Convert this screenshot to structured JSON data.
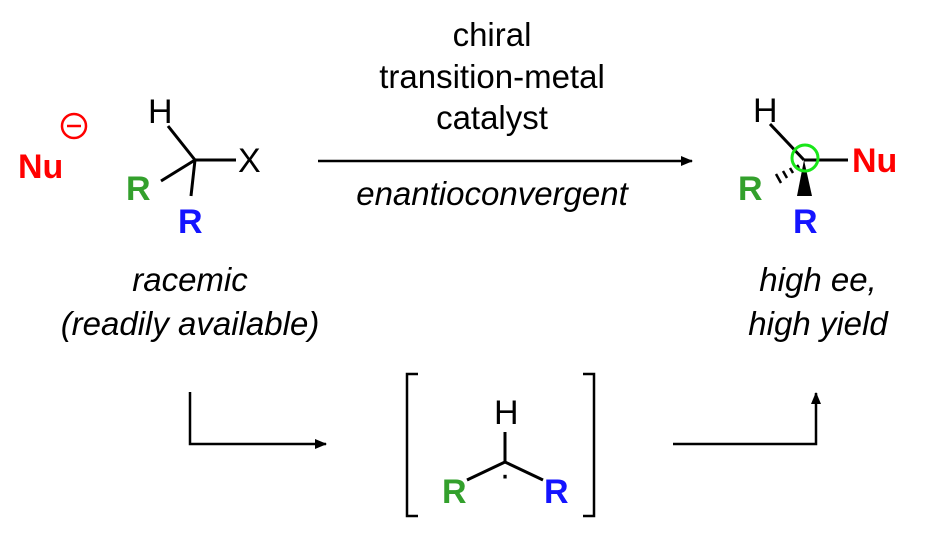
{
  "colors": {
    "nucleophile": "#ff0000",
    "substituent_green": "#33a02c",
    "substituent_blue": "#1414ff",
    "stereocenter_marker": "#19e619",
    "ink": "#000000"
  },
  "nucleophile": {
    "label": "Nu",
    "charge": "⊖"
  },
  "substrate": {
    "h_label": "H",
    "leaving_group": "X",
    "r_green": "R",
    "r_blue": "R",
    "caption_line1": "racemic",
    "caption_line2": "(readily available)"
  },
  "conditions": {
    "line1": "chiral",
    "line2": "transition-metal",
    "line3": "catalyst",
    "below": "enantioconvergent"
  },
  "product": {
    "h_label": "H",
    "nu_label": "Nu",
    "r_green": "R",
    "r_blue": "R",
    "caption_line1": "high ee,",
    "caption_line2": "high yield"
  },
  "intermediate": {
    "h_label": "H",
    "r_green": "R",
    "r_blue": "R",
    "radical_dot": "·"
  }
}
